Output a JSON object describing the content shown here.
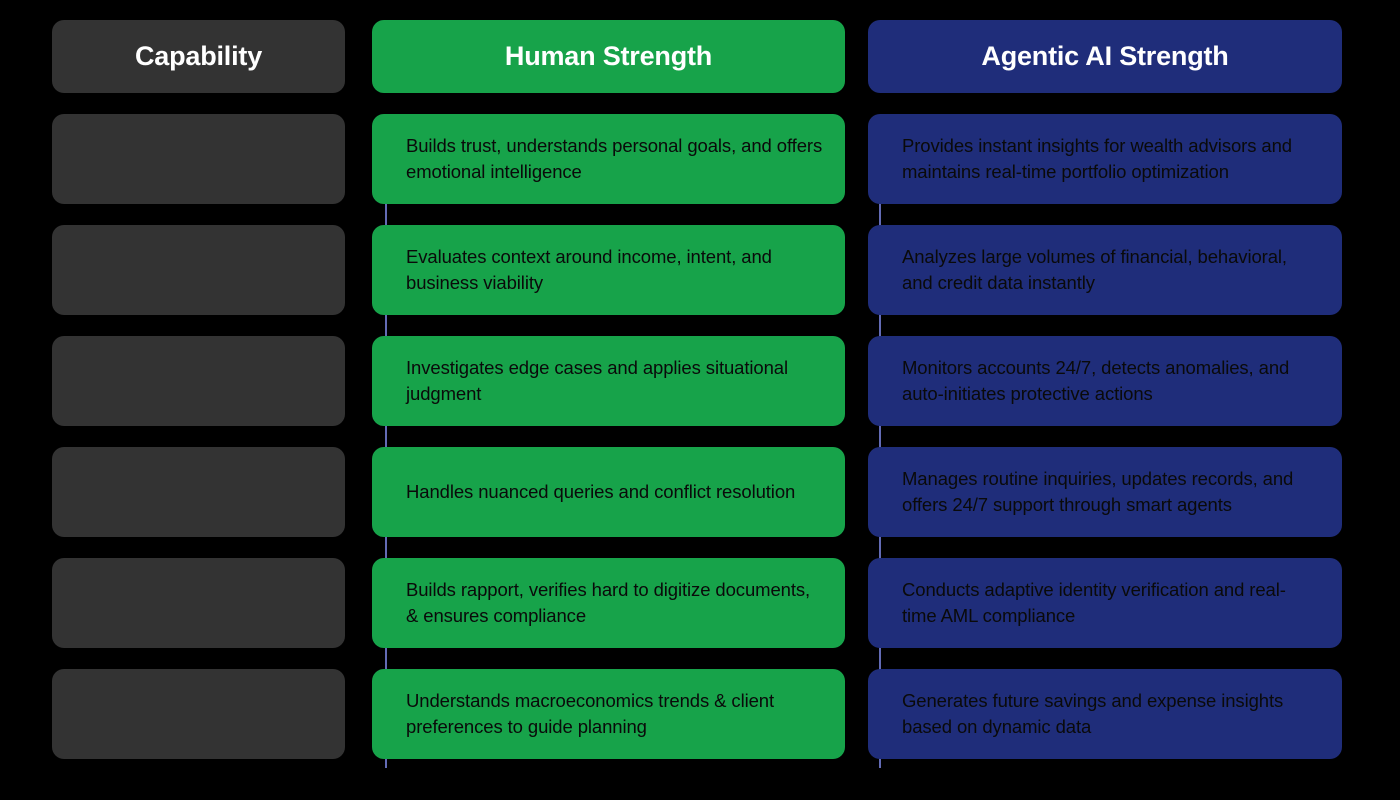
{
  "background_color": "#000000",
  "colors": {
    "capability_bg": "#333333",
    "human_bg": "#17a34a",
    "agentic_bg": "#1f2d7a",
    "header_text": "#ffffff",
    "body_text": "#0a0a0a",
    "connector_line": "#6b74c4"
  },
  "columns": [
    {
      "key": "capability",
      "header": "Capability"
    },
    {
      "key": "human",
      "header": "Human Strength"
    },
    {
      "key": "agentic",
      "header": "Agentic AI Strength"
    }
  ],
  "rows": [
    {
      "capability": "",
      "human": "Builds trust, understands personal goals, and offers emotional intelligence",
      "agentic": "Provides instant insights for wealth advisors and maintains real-time portfolio optimization"
    },
    {
      "capability": "",
      "human": "Evaluates context around income, intent, and business viability",
      "agentic": "Analyzes large volumes of financial, behavioral, and credit data instantly"
    },
    {
      "capability": "",
      "human": "Investigates edge cases and applies situational judgment",
      "agentic": "Monitors accounts 24/7, detects anomalies, and auto-initiates protective actions"
    },
    {
      "capability": "",
      "human": "Handles nuanced queries and conflict resolution",
      "agentic": "Manages routine inquiries, updates records, and offers 24/7 support through smart agents"
    },
    {
      "capability": "",
      "human": "Builds rapport, verifies hard to digitize documents, & ensures compliance",
      "agentic": "Conducts adaptive identity verification and real-time AML compliance"
    },
    {
      "capability": "",
      "human": "Understands macroeconomics trends & client preferences to guide planning",
      "agentic": "Generates future savings and expense insights based on dynamic data"
    }
  ]
}
